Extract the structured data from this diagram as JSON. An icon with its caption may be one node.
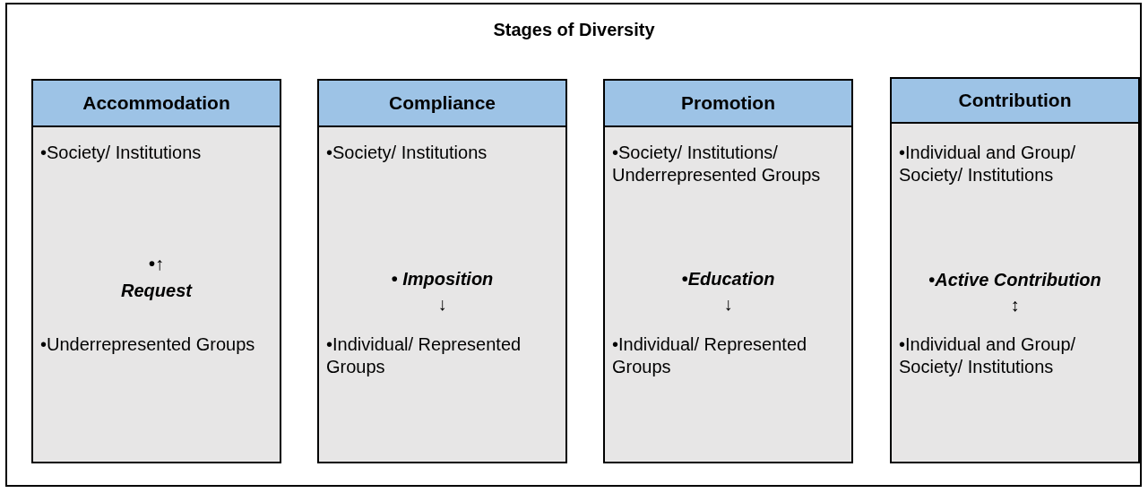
{
  "diagram": {
    "title": "Stages of Diversity",
    "nodes": [
      {
        "text": [
          "Accommodation"
        ]
      },
      {
        "text": [
          "•Society/ Institutions",
          "•↑",
          "*Request*",
          "•Underrepresented Groups"
        ]
      },
      {
        "text": [
          "Compliance"
        ]
      },
      {
        "text": [
          "•Society/ Institutions",
          "• *Imposition*",
          "↓",
          "•Individual/ Represented Groups"
        ]
      },
      {
        "text": [
          "Promotion"
        ]
      },
      {
        "text": [
          "•Society/ Institutions/ Underrepresented Groups",
          "•*Education*",
          "↓",
          "•Individual/ Represented Groups"
        ]
      },
      {
        "text": [
          "Contribution"
        ]
      },
      {
        "text": [
          "•Individual and Group/ Society/ Institutions",
          "•*Active Contribution*",
          "↕",
          "•Individual and Group/ Society/ Institutions"
        ]
      }
    ],
    "edges": []
  }
}
